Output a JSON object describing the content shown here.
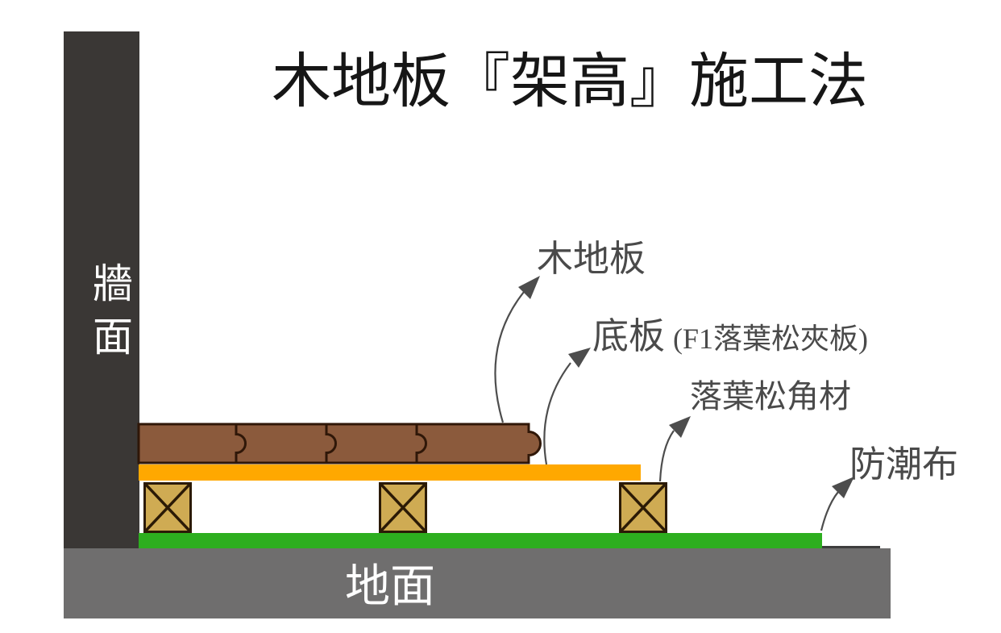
{
  "title": "木地板『架高』施工法",
  "wall": {
    "label": "牆面"
  },
  "ground": {
    "label": "地面"
  },
  "callouts": [
    {
      "id": "wood-floor",
      "label": "木地板"
    },
    {
      "id": "subfloor",
      "label": "底板",
      "suffix": "(F1落葉松夾板)"
    },
    {
      "id": "larch-batten",
      "label": "落葉松角材"
    },
    {
      "id": "moisture-barrier",
      "label": "防潮布"
    }
  ],
  "colors": {
    "wall": "#3a3735",
    "ground": "#6f6e6e",
    "wood_floor": "#8b5a3c",
    "wood_floor_outline": "#2f1708",
    "subfloor": "#ffa800",
    "batten_fill": "#cfab53",
    "batten_outline": "#2b1a06",
    "moisture_barrier": "#2dae1f",
    "annotation_gray": "#4d4d4d",
    "title_text": "#161616"
  }
}
